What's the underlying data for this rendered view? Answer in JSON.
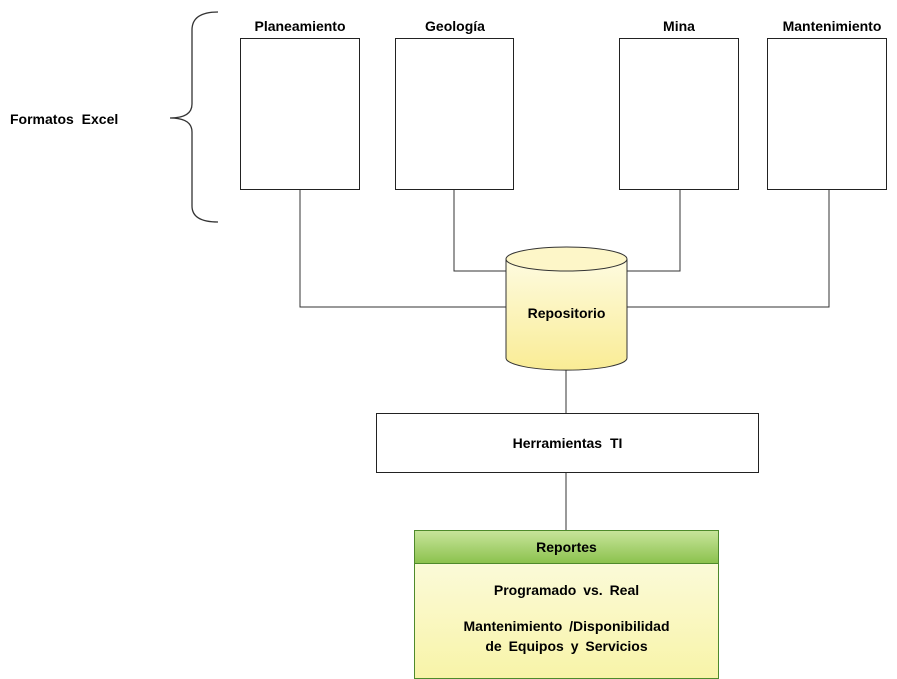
{
  "group_label": "Formatos  Excel",
  "sources": [
    {
      "label": "Planeamiento"
    },
    {
      "label": "Geología"
    },
    {
      "label": "Mina"
    },
    {
      "label": "Mantenimiento"
    }
  ],
  "repository": {
    "label": "Repositorio"
  },
  "tools": {
    "label": "Herramientas  TI"
  },
  "reports": {
    "title": "Reportes",
    "line1": "Programado  vs. Real",
    "line2": "Mantenimiento  /Disponibilidad",
    "line3": "de Equipos  y Servicios"
  },
  "colors": {
    "cylinder_fill": "#fdf5b8",
    "reports_header": "#9ccc5e",
    "reports_body": "#fbf8c6",
    "reports_border": "#4e8a2b"
  }
}
